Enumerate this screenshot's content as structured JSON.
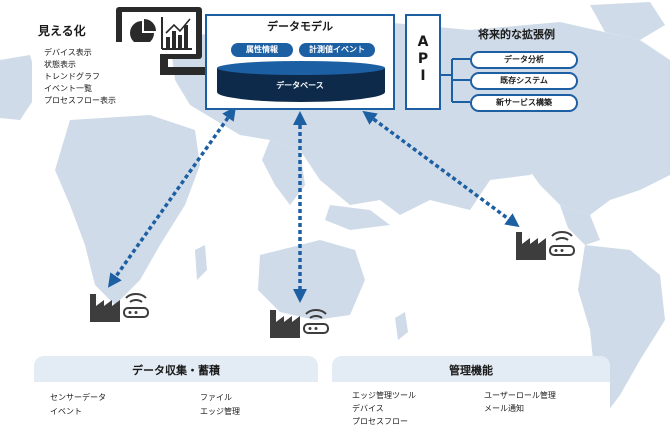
{
  "visualization": {
    "title": "見える化",
    "items": [
      "デバイス表示",
      "状態表示",
      "トレンドグラフ",
      "イベント一覧",
      "プロセスフロー表示"
    ]
  },
  "data_model": {
    "title": "データモデル",
    "tags": [
      "属性情報",
      "計測値イベント"
    ],
    "database": "データベース"
  },
  "api": {
    "label": "API"
  },
  "extensions": {
    "title": "将来的な拡張例",
    "items": [
      "データ分析",
      "既存システム",
      "新サービス構築"
    ]
  },
  "collection": {
    "title": "データ収集・蓄積",
    "items": [
      "センサーデータ",
      "イベント",
      "ファイル",
      "エッジ管理"
    ]
  },
  "management": {
    "title": "管理機能",
    "items": [
      "エッジ管理ツール",
      "デバイス",
      "プロセスフロー",
      "ユーザーロール管理",
      "メール通知"
    ]
  },
  "colors": {
    "accent": "#1d5fa3",
    "map": "#cfdbe8",
    "panel_head": "#e3ebf4"
  },
  "icons": [
    "monitor-icon",
    "factory-icon",
    "wireless-router-icon"
  ]
}
